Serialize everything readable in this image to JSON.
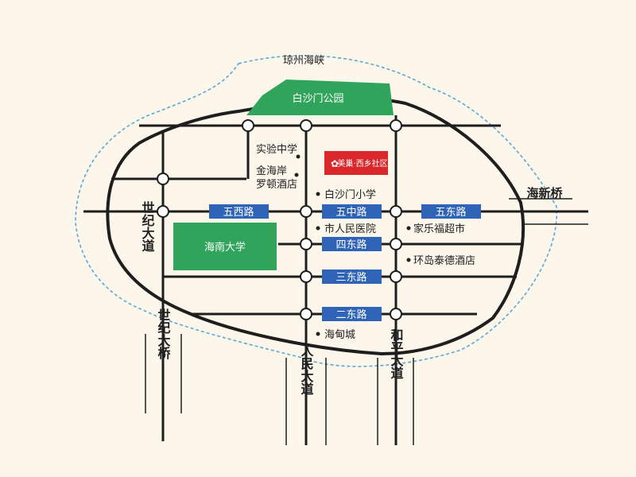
{
  "colors": {
    "background": "#fdf6ea",
    "road": "#1e1e1e",
    "road_label_bg": "#2f63b8",
    "park": "#2fa45a",
    "highlight": "#d9272c",
    "water_line": "#58a8d8"
  },
  "water": {
    "strait_label": "琼州海峡"
  },
  "parks": {
    "baishamen_park": "白沙门公园",
    "hainan_university": "海南大学"
  },
  "highlight": {
    "label": "美巢·西乡社区",
    "icon": "star-logo-icon"
  },
  "roads": {
    "wuxi": "五西路",
    "wuzhong": "五中路",
    "wudong": "五东路",
    "sidong": "四东路",
    "sandong": "三东路",
    "erdong": "二东路",
    "shiji_avenue": "世纪大道",
    "shiji_bridge": "世纪大桥",
    "renmin_avenue": "人民大道",
    "heping_avenue": "和平大道",
    "haixin_bridge": "海新桥"
  },
  "pois": {
    "experimental_middle_school": "实验中学",
    "jinhaian_1": "金海岸",
    "jinhaian_2": "罗顿酒店",
    "baishamen_primary": "白沙门小学",
    "city_hospital": "市人民医院",
    "carrefour": "家乐福超市",
    "huandao_hotel": "环岛泰德酒店",
    "haidian_city": "海甸城"
  }
}
